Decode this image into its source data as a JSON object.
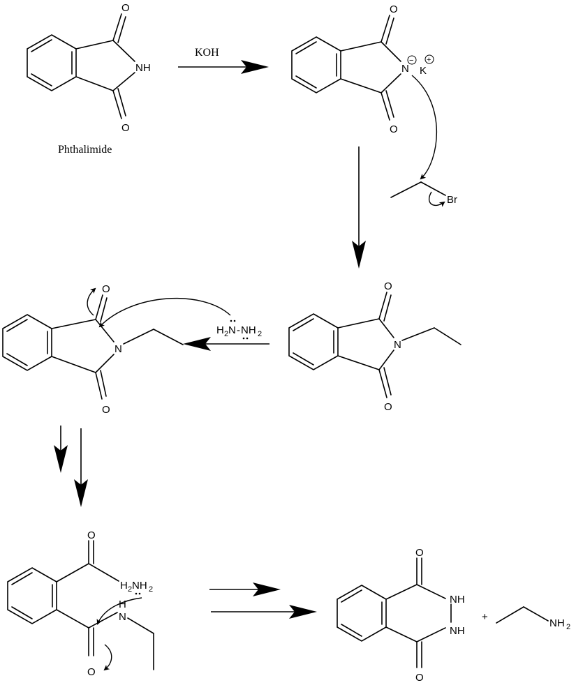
{
  "caption": "Phthalimide",
  "reagent": "KOH",
  "atoms": {
    "O": "O",
    "N": "N",
    "NH": "NH",
    "K": "K",
    "Br": "Br",
    "H": "H",
    "NH2": "NH",
    "H2": "H",
    "two": "2",
    "dash": "-",
    "minus": "−",
    "plus": "+"
  },
  "product_plus": "+",
  "molecules": [
    "phthalimide",
    "potassium-phthalimide",
    "ethyl-bromide",
    "n-ethylphthalimide",
    "hydrazine-attack-intermediate",
    "ring-opened-hydrazide-intermediate",
    "phthalhydrazide",
    "ethylamine"
  ]
}
